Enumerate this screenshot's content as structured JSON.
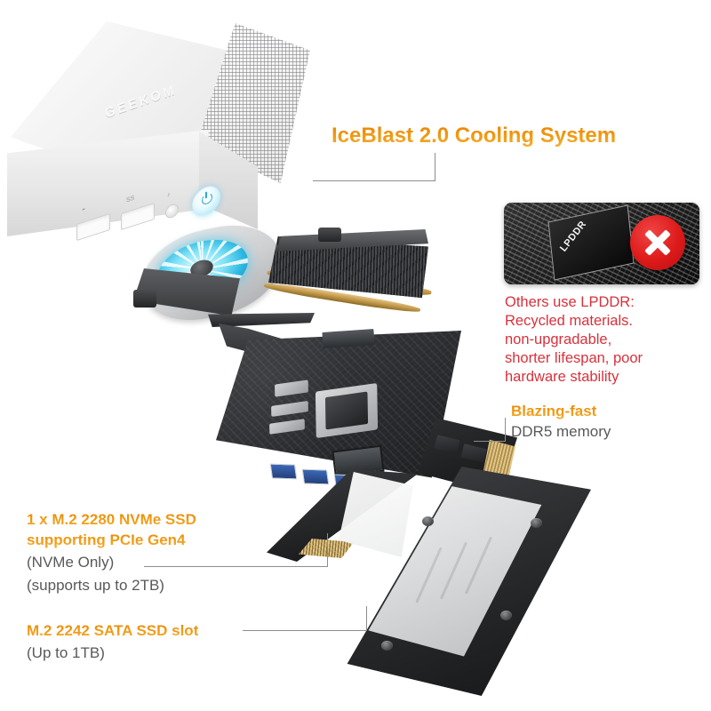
{
  "product": {
    "brand": "GEEKOM",
    "device_name": "mini-pc-exploded-view"
  },
  "callouts": {
    "cooling": {
      "title": "IceBlast 2.0 Cooling System"
    },
    "lpddr_warning": {
      "chip_label": "LPDDR",
      "badge_icon": "red-x-icon",
      "lines": [
        "Others use LPDDR:",
        "Recycled materials.",
        "non-upgradable,",
        "shorter lifespan, poor",
        "hardware stability"
      ]
    },
    "memory": {
      "highlight": "Blazing-fast",
      "sub": "DDR5 memory"
    },
    "nvme": {
      "highlight_line1": "1 x M.2 2280 NVMe SSD",
      "highlight_line2": "supporting PCIe Gen4",
      "sub_line1": "(NVMe Only)",
      "sub_line2": "(supports up to 2TB)"
    },
    "sata": {
      "highlight": "M.2 2242 SATA SSD slot",
      "sub": "(Up to 1TB)"
    }
  },
  "colors": {
    "accent_orange": "#EE900E",
    "warning_red": "#D8313C",
    "sub_gray": "#58595B",
    "leader_line": "#8D8D8D",
    "background": "#FFFFFF"
  }
}
